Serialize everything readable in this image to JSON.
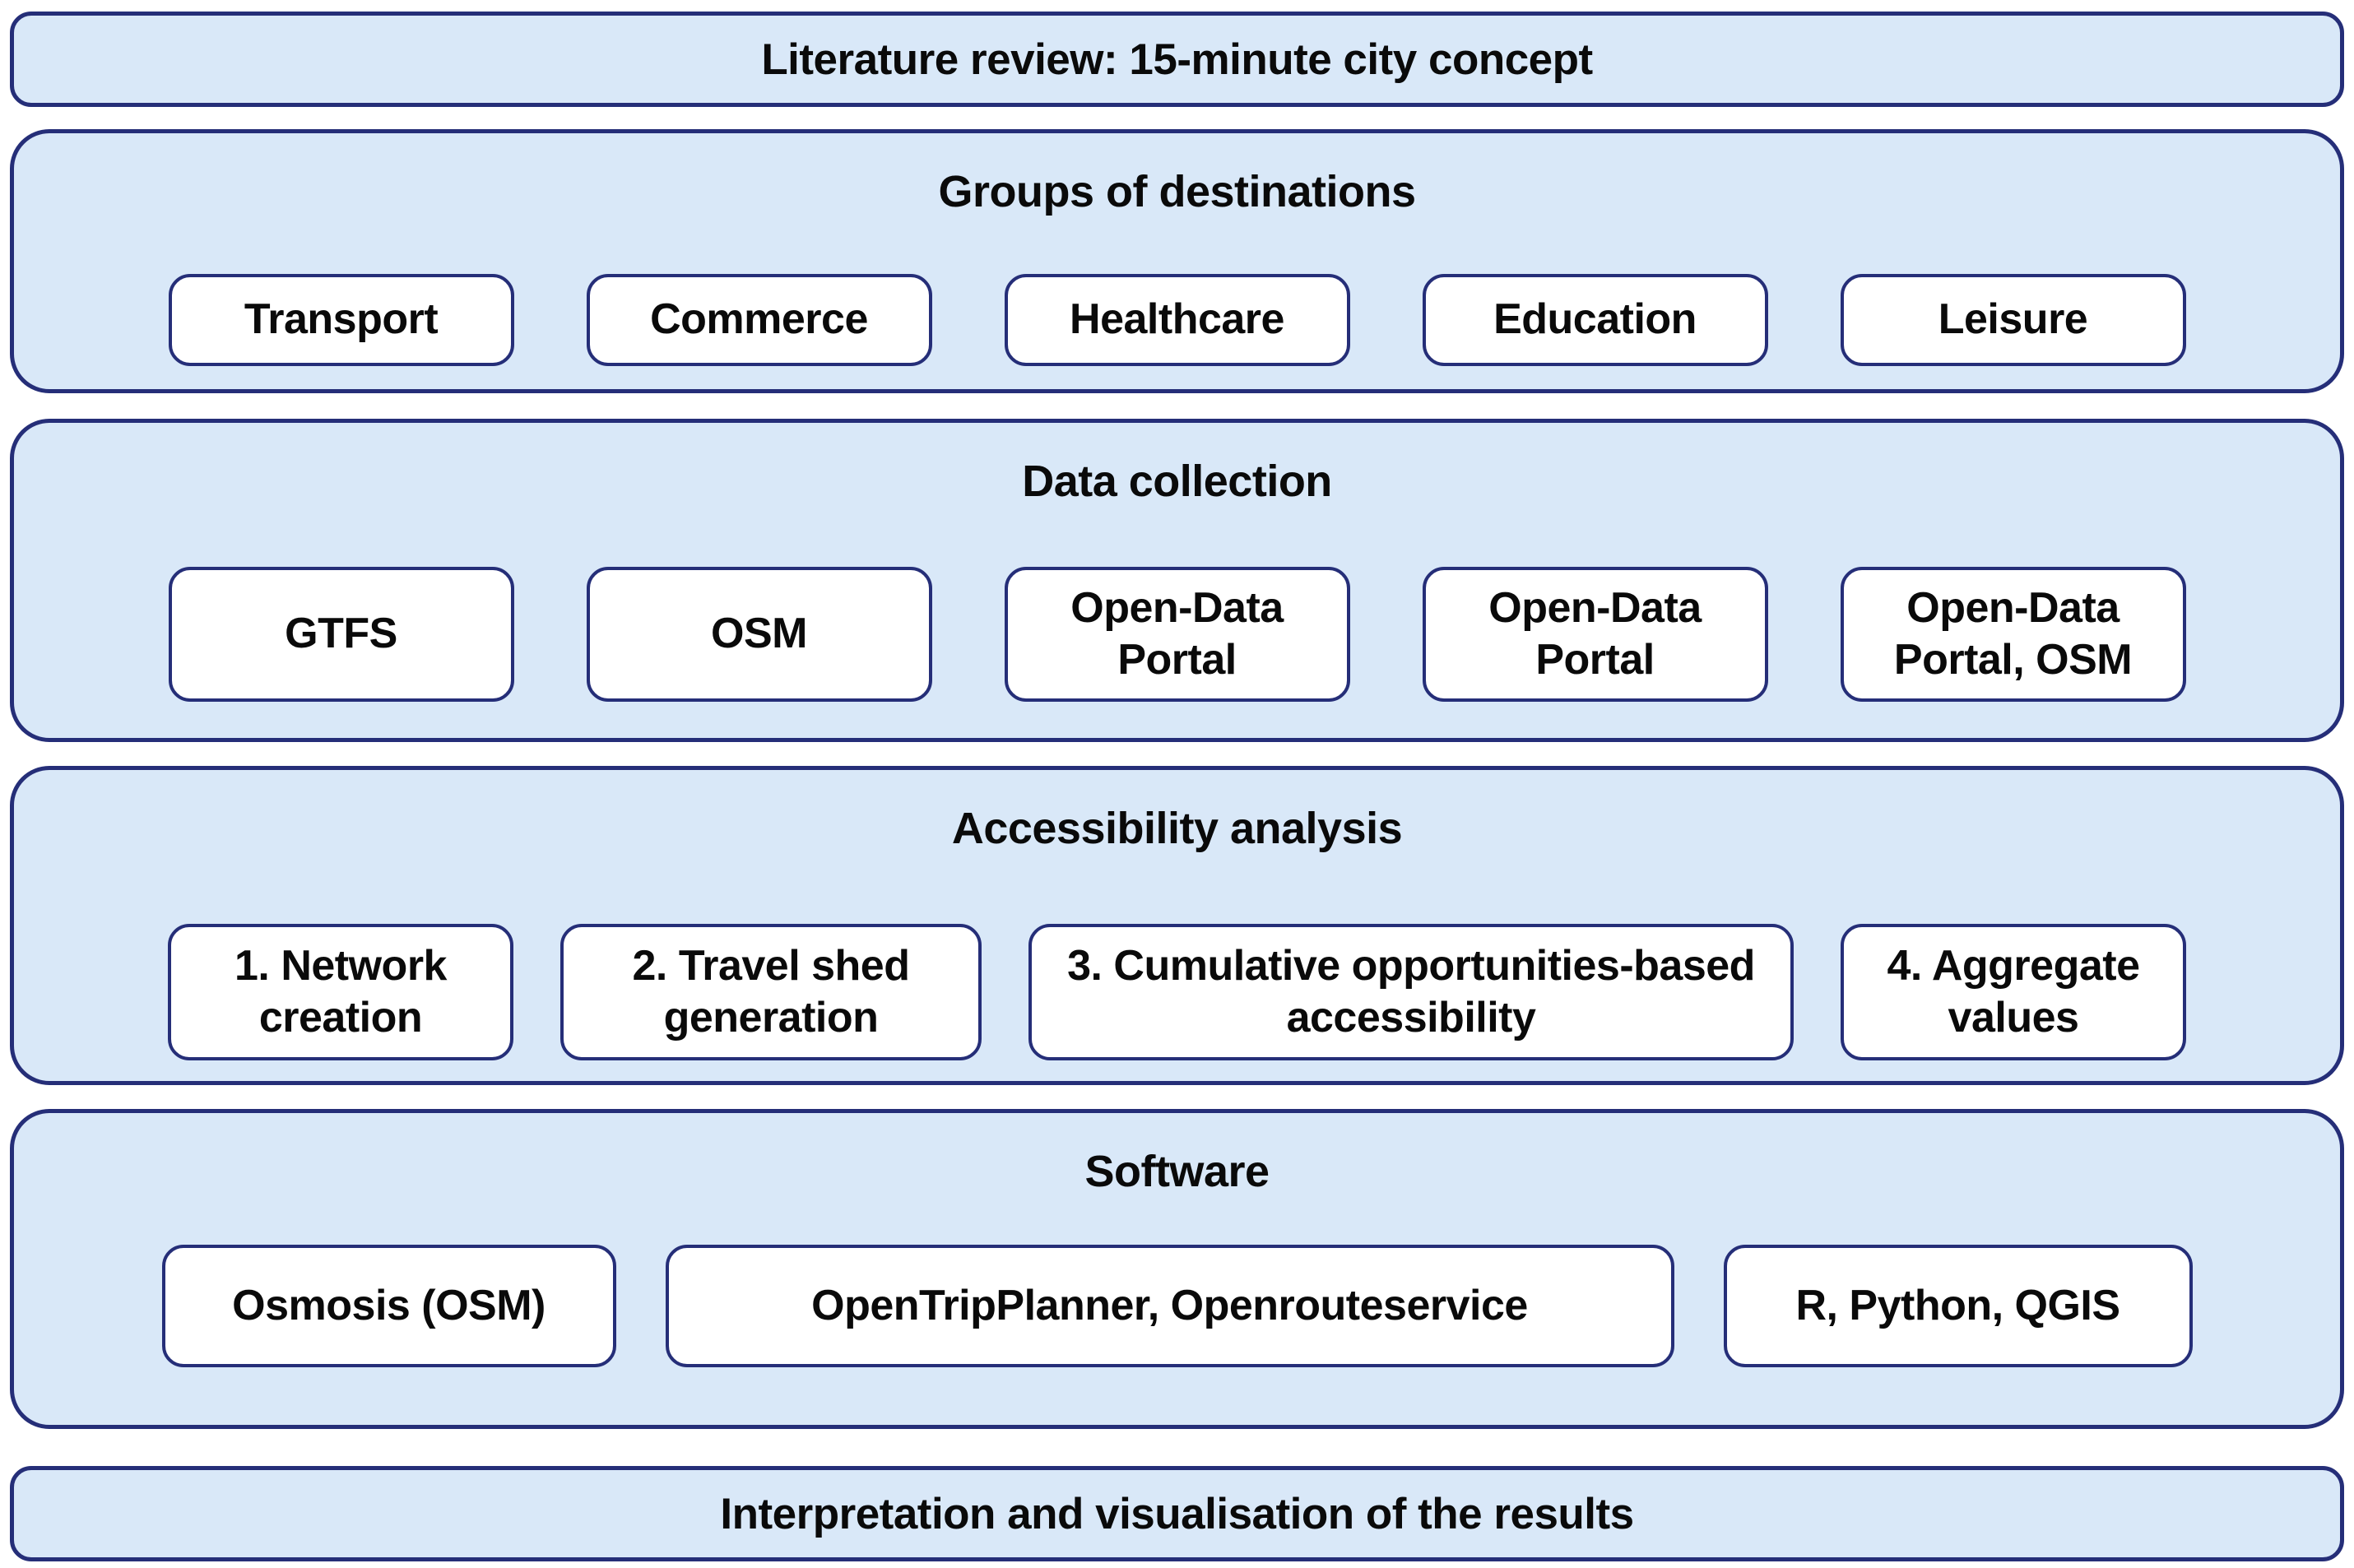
{
  "colors": {
    "panel_fill": "#d9e8f8",
    "box_fill": "#ffffff",
    "border": "#252e78",
    "text": "#0a0a0a"
  },
  "top_bar": {
    "label": "Literature review: 15-minute city concept"
  },
  "sections": [
    {
      "title": "Groups of destinations",
      "boxes": [
        {
          "label": "Transport"
        },
        {
          "label": "Commerce"
        },
        {
          "label": "Healthcare"
        },
        {
          "label": "Education"
        },
        {
          "label": "Leisure"
        }
      ]
    },
    {
      "title": "Data collection",
      "boxes": [
        {
          "label": "GTFS"
        },
        {
          "label": "OSM"
        },
        {
          "label": "Open-Data Portal"
        },
        {
          "label": "Open-Data Portal"
        },
        {
          "label": "Open-Data Portal, OSM"
        }
      ]
    },
    {
      "title": "Accessibility analysis",
      "boxes": [
        {
          "label": "1. Network creation"
        },
        {
          "label": "2. Travel shed generation"
        },
        {
          "label": "3. Cumulative opportunities-based accessibility"
        },
        {
          "label": "4. Aggregate values"
        }
      ]
    },
    {
      "title": "Software",
      "boxes": [
        {
          "label": "Osmosis (OSM)"
        },
        {
          "label": "OpenTripPlanner, Openrouteservice"
        },
        {
          "label": "R, Python, QGIS"
        }
      ]
    }
  ],
  "bottom_bar": {
    "label": "Interpretation and visualisation of the results"
  }
}
